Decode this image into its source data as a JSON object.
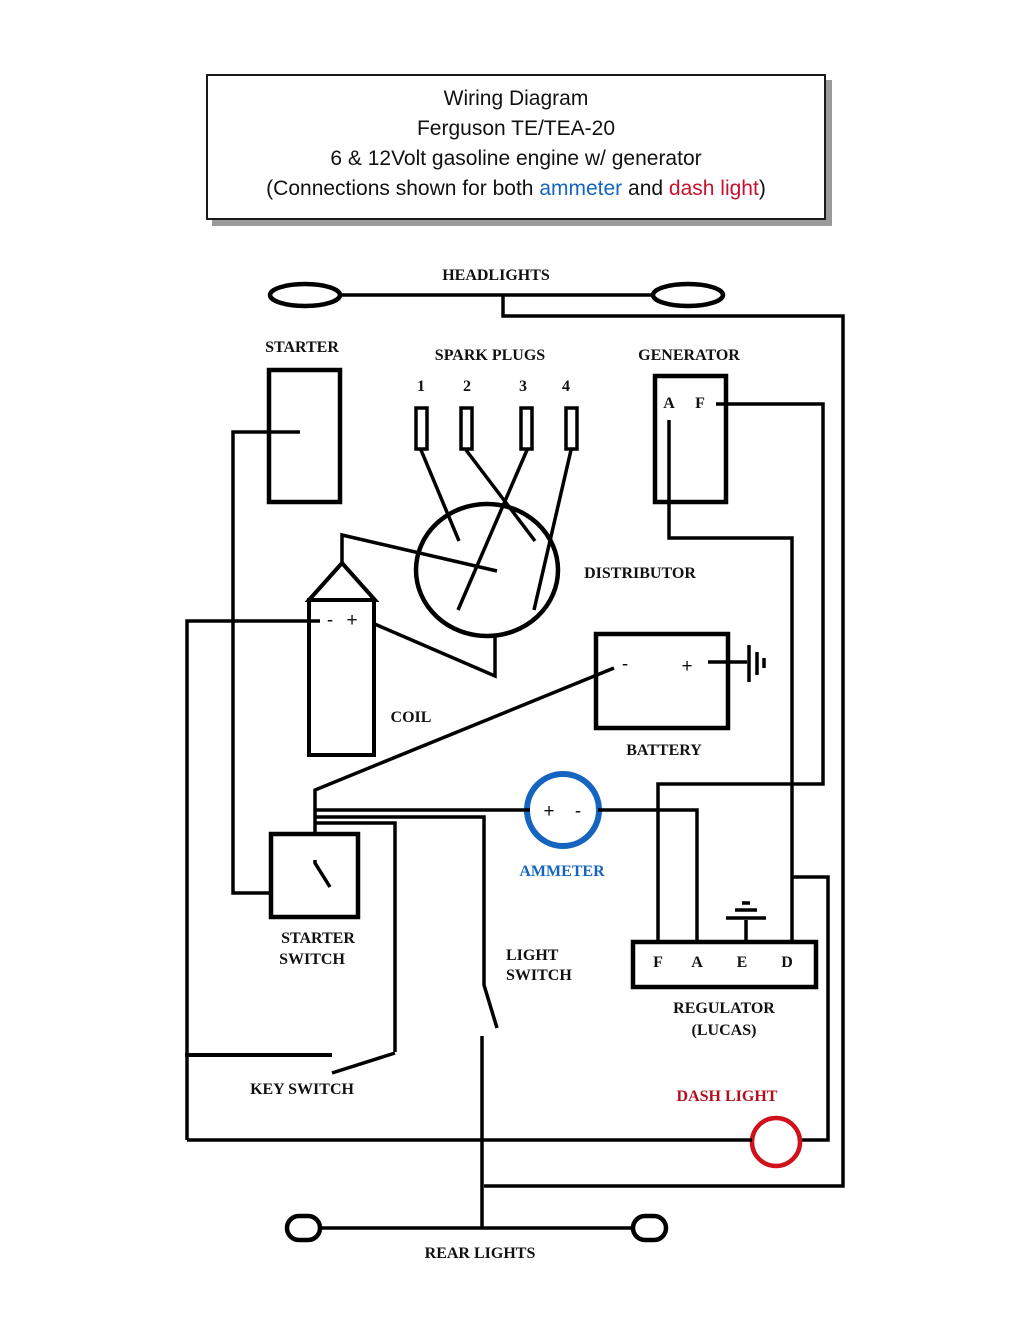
{
  "header": {
    "title": "Wiring Diagram",
    "model": "Ferguson TE/TEA-20",
    "subtitle": "6 & 12Volt gasoline engine w/ generator",
    "note_prefix": "(Connections shown for both ",
    "note_ammeter": "ammeter",
    "note_mid": " and ",
    "note_dashlight": "dash light",
    "note_suffix": ")"
  },
  "colors": {
    "ammeter": "#1565c0",
    "dash_light": "#c8102e",
    "wire": "#000000"
  },
  "components": {
    "headlights": "HEADLIGHTS",
    "starter": "STARTER",
    "spark_plugs": "SPARK PLUGS",
    "spark_plug_numbers": [
      "1",
      "2",
      "3",
      "4"
    ],
    "generator": "GENERATOR",
    "generator_terminals": [
      "A",
      "F"
    ],
    "distributor": "DISTRIBUTOR",
    "coil": "COIL",
    "coil_terminals": [
      "-",
      "+"
    ],
    "battery": "BATTERY",
    "battery_terminals": [
      "-",
      "+"
    ],
    "ammeter": "AMMETER",
    "ammeter_terminals": [
      "+",
      "-"
    ],
    "starter_switch": [
      "STARTER",
      "SWITCH"
    ],
    "light_switch": [
      "LIGHT",
      "SWITCH"
    ],
    "regulator": [
      "REGULATOR",
      "(LUCAS)"
    ],
    "regulator_terminals": [
      "F",
      "A",
      "E",
      "D"
    ],
    "key_switch": "KEY SWITCH",
    "dash_light": "DASH  LIGHT",
    "rear_lights": "REAR LIGHTS"
  }
}
